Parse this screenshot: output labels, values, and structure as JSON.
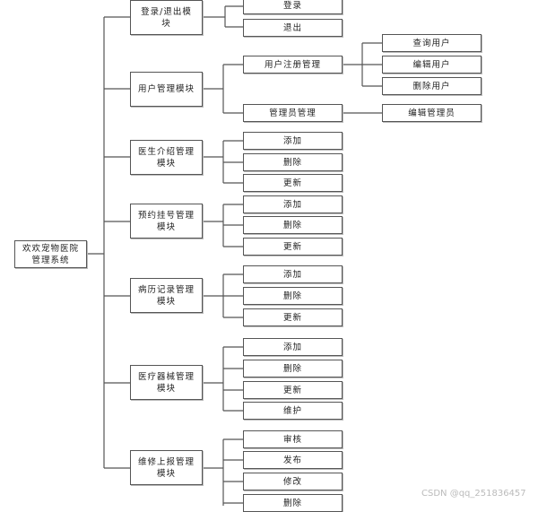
{
  "root": "欢欢宠物医院管理系统",
  "modules": [
    {
      "label": "登录/退出模块",
      "children": [
        "登录",
        "退出"
      ]
    },
    {
      "label": "用户管理模块",
      "children": [
        {
          "label": "用户注册管理",
          "children": [
            "查询用户",
            "编辑用户",
            "删除用户"
          ]
        },
        {
          "label": "管理员管理",
          "children": [
            "编辑管理员"
          ]
        }
      ]
    },
    {
      "label": "医生介绍管理模块",
      "children": [
        "添加",
        "删除",
        "更新"
      ]
    },
    {
      "label": "预约挂号管理模块",
      "children": [
        "添加",
        "删除",
        "更新"
      ]
    },
    {
      "label": "病历记录管理模块",
      "children": [
        "添加",
        "删除",
        "更新"
      ]
    },
    {
      "label": "医疗器械管理模块",
      "children": [
        "添加",
        "删除",
        "更新",
        "维护"
      ]
    },
    {
      "label": "维修上报管理模块",
      "children": [
        "审核",
        "发布",
        "修改",
        "删除"
      ]
    }
  ],
  "watermark": "CSDN @qq_251836457"
}
